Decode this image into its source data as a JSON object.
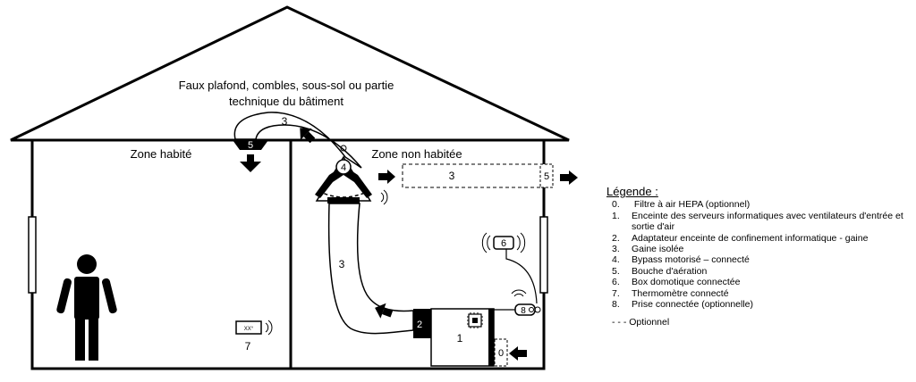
{
  "labels": {
    "roof_line1": "Faux plafond, combles, sous-sol ou partie",
    "roof_line2": "technique du bâtiment",
    "zone_habite": "Zone habité",
    "zone_non_habitee": "Zone non habitée"
  },
  "callouts": {
    "n0": "0",
    "n1": "1",
    "n2": "2",
    "n3a": "3",
    "n3b": "3",
    "n3c": "3",
    "n4": "4",
    "n5a": "5",
    "n5b": "5",
    "n6": "6",
    "n7": "7",
    "n8": "8",
    "thermo_display": "XX°"
  },
  "legend": {
    "title": "Légende :",
    "items": [
      {
        "num": "0.",
        "text": " Filtre à air HEPA (optionnel)"
      },
      {
        "num": "1.",
        "text": "Enceinte des serveurs informatiques avec ventilateurs d'entrée et sortie d'air"
      },
      {
        "num": "2.",
        "text": "Adaptateur enceinte de confinement informatique - gaine"
      },
      {
        "num": "3.",
        "text": "Gaine isolée"
      },
      {
        "num": "4.",
        "text": "Bypass motorisé – connecté"
      },
      {
        "num": "5.",
        "text": "Bouche d'aération"
      },
      {
        "num": "6.",
        "text": "Box domotique connectée"
      },
      {
        "num": "7.",
        "text": "Thermomètre connecté"
      },
      {
        "num": "8.",
        "text": "Prise connectée (optionnelle)"
      }
    ],
    "optional_note": "- - - Optionnel"
  }
}
